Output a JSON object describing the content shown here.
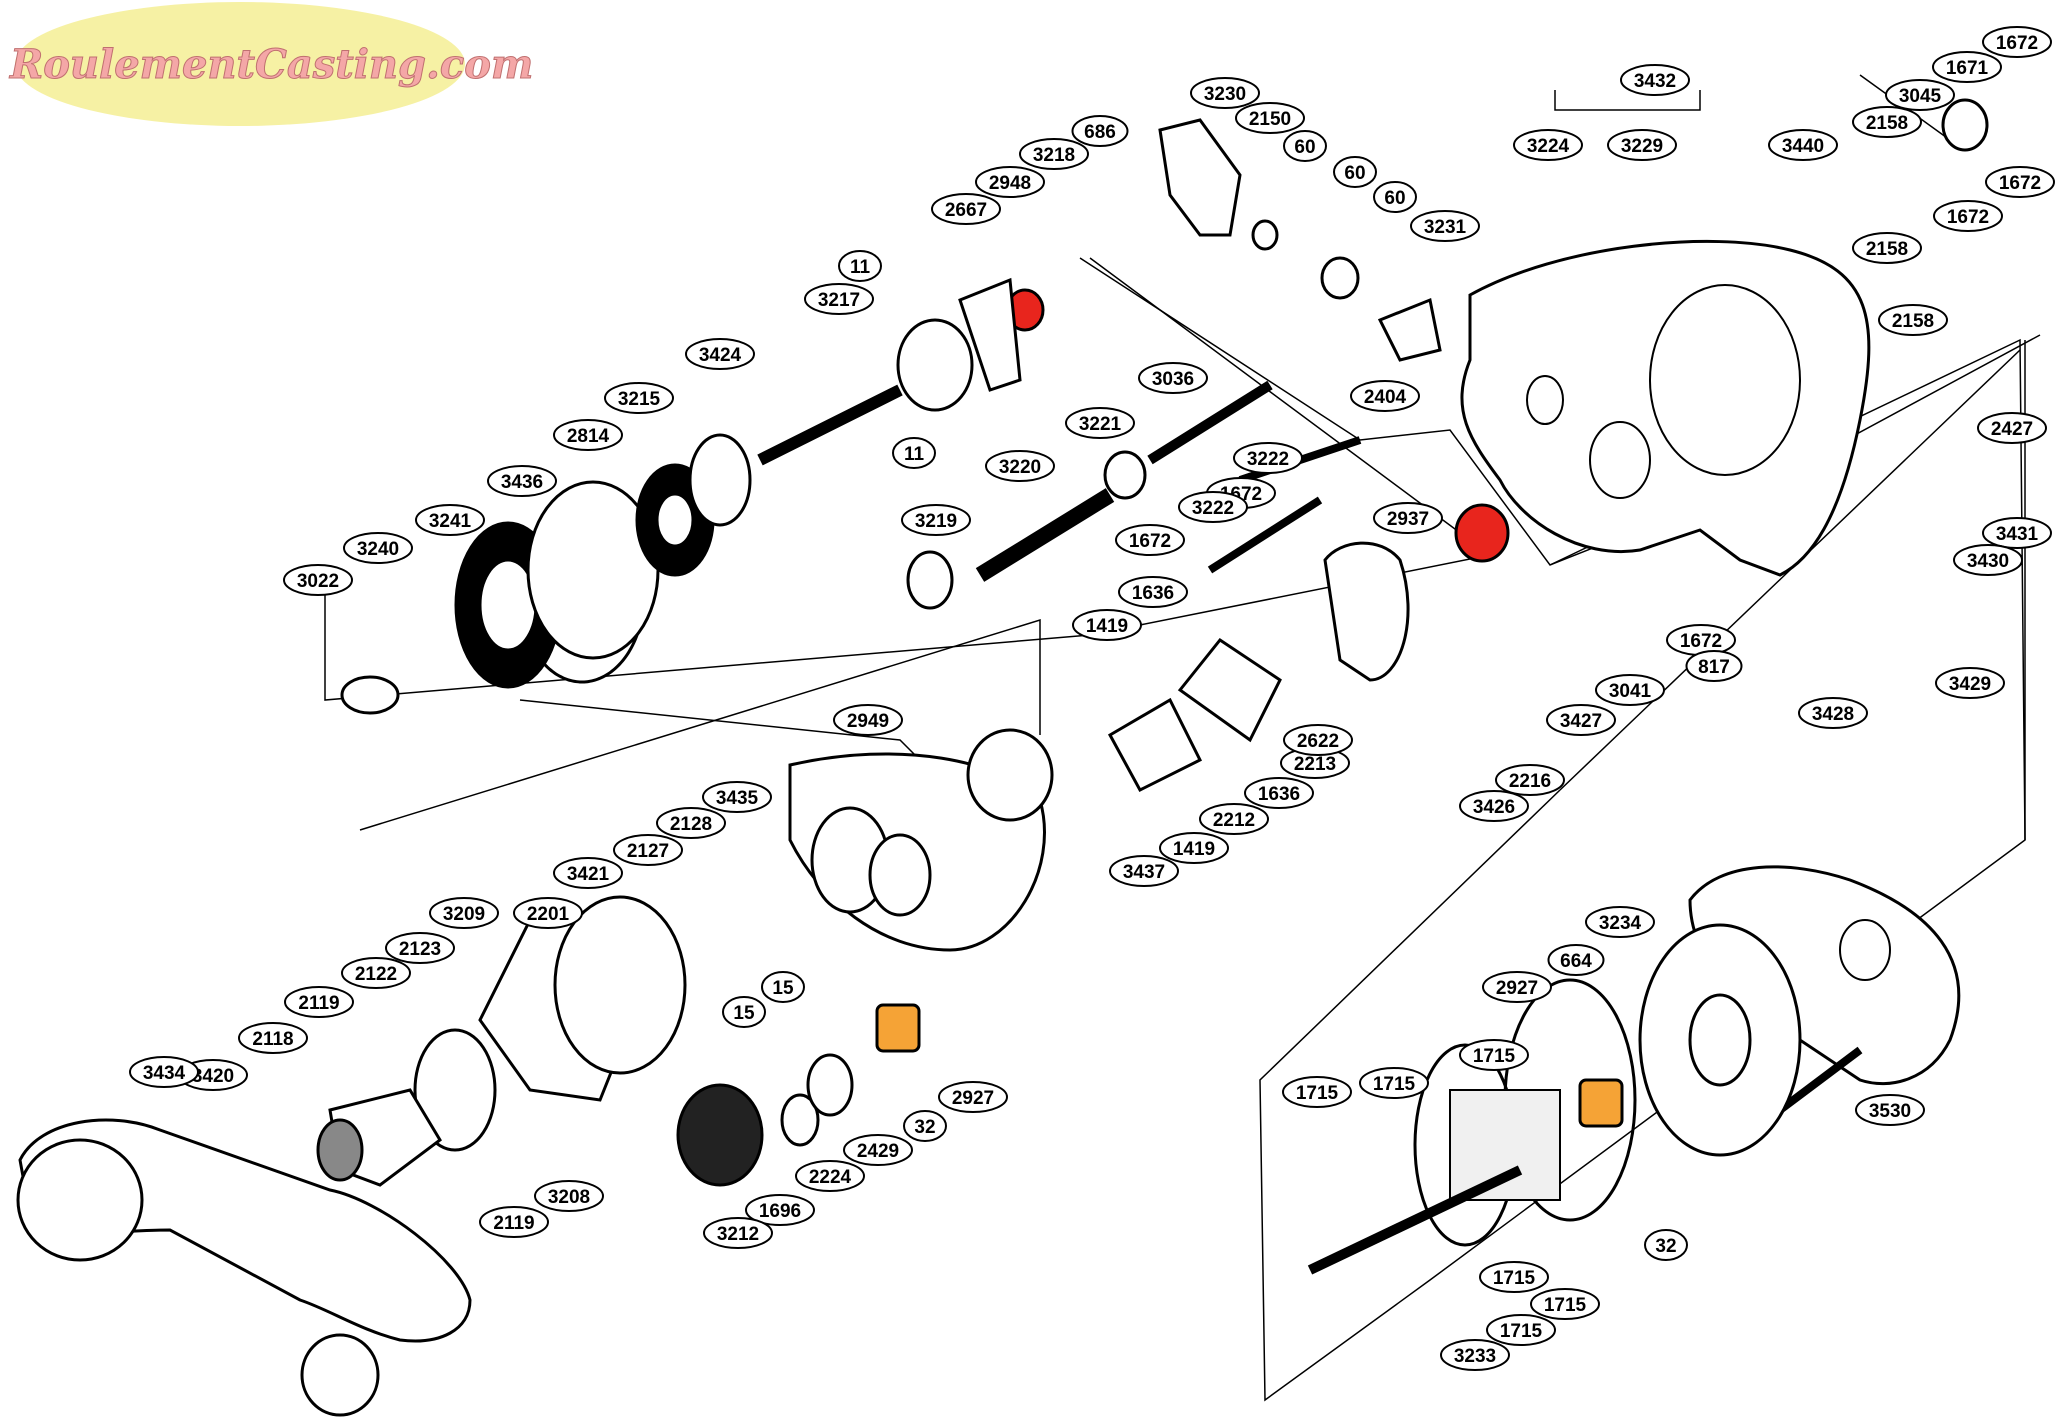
{
  "logo": {
    "text": "RoulementCasting.com"
  },
  "colors": {
    "bearing_red": "#e8251d",
    "bearing_orange": "#f5a336",
    "logo_oval": "#f6f1a4",
    "logo_text": "#f4a7a7"
  },
  "callouts": [
    "1672",
    "1671",
    "3045",
    "3432",
    "2158",
    "3229",
    "3440",
    "3224",
    "1672",
    "1672",
    "2158",
    "2158",
    "2427",
    "3431",
    "3430",
    "1672",
    "3429",
    "3428",
    "817",
    "3041",
    "3427",
    "3230",
    "2150",
    "60",
    "60",
    "60",
    "3231",
    "2404",
    "2948",
    "3218",
    "686",
    "2667",
    "11",
    "3217",
    "3424",
    "11",
    "3215",
    "2814",
    "3436",
    "3241",
    "3240",
    "3022",
    "3036",
    "3221",
    "3220",
    "1672",
    "3222",
    "3222",
    "1672",
    "3219",
    "2937",
    "1636",
    "1419",
    "2213",
    "2622",
    "2216",
    "3426",
    "1636",
    "2212",
    "1419",
    "3437",
    "2949",
    "3435",
    "2128",
    "2127",
    "3421",
    "2201",
    "3209",
    "2123",
    "2122",
    "2119",
    "2118",
    "3420",
    "3434",
    "15",
    "15",
    "2927",
    "32",
    "2429",
    "2224",
    "1696",
    "3212",
    "3208",
    "2119",
    "3234",
    "664",
    "2927",
    "1715",
    "1715",
    "1715",
    "32",
    "1715",
    "1715",
    "1715",
    "3233",
    "3530"
  ]
}
